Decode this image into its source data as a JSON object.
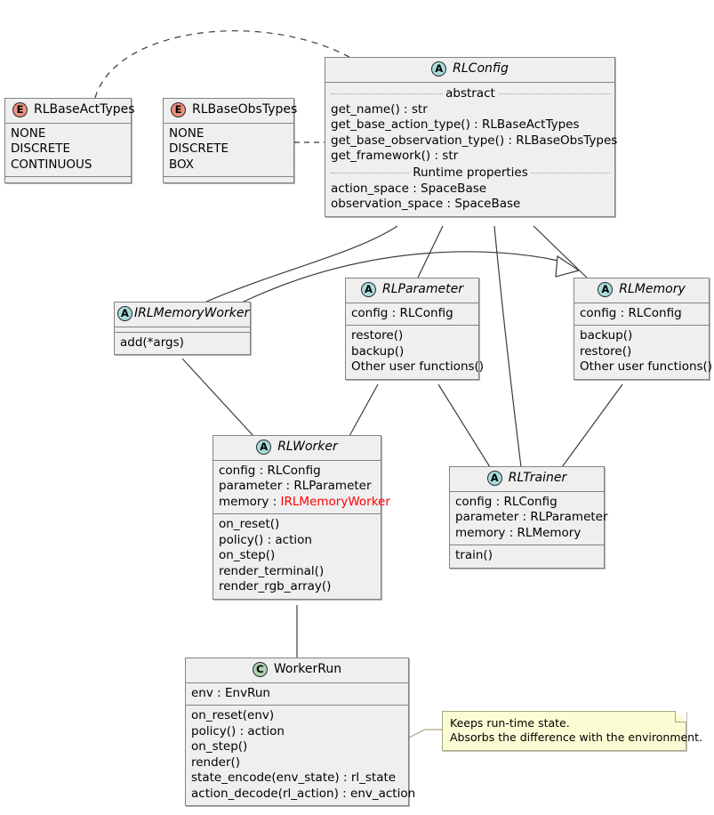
{
  "diagram": {
    "type": "uml-class-diagram",
    "background": "#ffffff",
    "colors": {
      "class_fill": "#efefef",
      "class_border": "#838383",
      "abstract_badge": "#a9dcdc",
      "enum_badge": "#eb937f",
      "class_badge": "#add1b2",
      "note_fill": "#fbfbd4",
      "note_border": "#a9a980",
      "highlight_text": "#ff0000",
      "edge": "#3b3b3b"
    }
  },
  "classes": {
    "rlbaseacttypes": {
      "badge": "E",
      "badge_kind": "enum",
      "name": "RLBaseActTypes",
      "values": [
        "NONE",
        "DISCRETE",
        "CONTINUOUS"
      ]
    },
    "rlbaseobstypes": {
      "badge": "E",
      "badge_kind": "enum",
      "name": "RLBaseObsTypes",
      "values": [
        "NONE",
        "DISCRETE",
        "BOX"
      ]
    },
    "rlconfig": {
      "badge": "A",
      "badge_kind": "abstract",
      "name": "RLConfig",
      "section_abstract_label": "abstract",
      "abstract_methods": [
        "get_name() : str",
        "get_base_action_type() : RLBaseActTypes",
        "get_base_observation_type() : RLBaseObsTypes",
        "get_framework() : str"
      ],
      "section_runtime_label": "Runtime properties",
      "runtime_properties": [
        "action_space : SpaceBase",
        "observation_space : SpaceBase"
      ]
    },
    "irlmemoryworker": {
      "badge": "A",
      "badge_kind": "abstract",
      "name": "IRLMemoryWorker",
      "attributes": [],
      "methods": [
        "add(*args)"
      ]
    },
    "rlparameter": {
      "badge": "A",
      "badge_kind": "abstract",
      "name": "RLParameter",
      "attributes": [
        "config : RLConfig"
      ],
      "methods": [
        "restore()",
        "backup()",
        "Other user functions()"
      ]
    },
    "rlmemory": {
      "badge": "A",
      "badge_kind": "abstract",
      "name": "RLMemory",
      "attributes": [
        "config : RLConfig"
      ],
      "methods": [
        "backup()",
        "restore()",
        "Other user functions()"
      ]
    },
    "rlworker": {
      "badge": "A",
      "badge_kind": "abstract",
      "name": "RLWorker",
      "attributes": [
        {
          "label": "config : RLConfig"
        },
        {
          "label": "parameter : RLParameter"
        },
        {
          "prefix": "memory : ",
          "highlight": "IRLMemoryWorker"
        }
      ],
      "methods": [
        "on_reset()",
        "policy() : action",
        "on_step()",
        "render_terminal()",
        "render_rgb_array()"
      ]
    },
    "rltrainer": {
      "badge": "A",
      "badge_kind": "abstract",
      "name": "RLTrainer",
      "attributes": [
        "config : RLConfig",
        "parameter : RLParameter",
        "memory : RLMemory"
      ],
      "methods": [
        "train()"
      ]
    },
    "workerrun": {
      "badge": "C",
      "badge_kind": "cls",
      "name": "WorkerRun",
      "attributes": [
        "env : EnvRun"
      ],
      "methods": [
        "on_reset(env)",
        "policy() : action",
        "on_step()",
        "render()",
        "state_encode(env_state) : rl_state",
        "action_decode(rl_action) : env_action"
      ]
    }
  },
  "note": {
    "lines": [
      "Keeps run-time state.",
      "Absorbs the difference with the environment."
    ],
    "attached_to": "WorkerRun"
  }
}
